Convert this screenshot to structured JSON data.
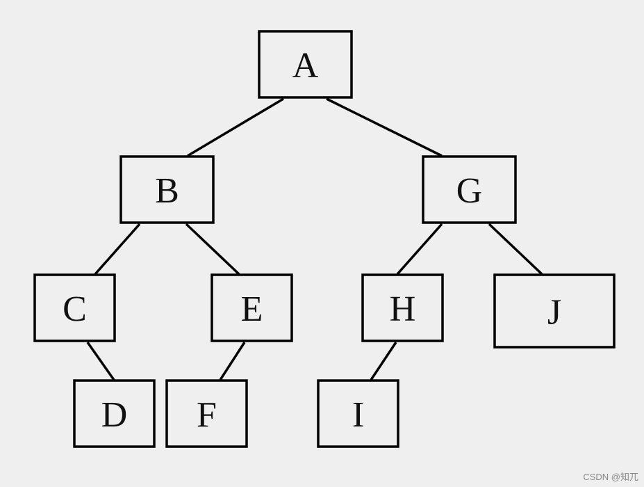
{
  "tree": {
    "nodes": [
      {
        "id": "A",
        "label": "A"
      },
      {
        "id": "B",
        "label": "B"
      },
      {
        "id": "G",
        "label": "G"
      },
      {
        "id": "C",
        "label": "C"
      },
      {
        "id": "E",
        "label": "E"
      },
      {
        "id": "H",
        "label": "H"
      },
      {
        "id": "J",
        "label": "J"
      },
      {
        "id": "D",
        "label": "D"
      },
      {
        "id": "F",
        "label": "F"
      },
      {
        "id": "I",
        "label": "I"
      }
    ],
    "edges": [
      {
        "from": "A",
        "to": "B"
      },
      {
        "from": "A",
        "to": "G"
      },
      {
        "from": "B",
        "to": "C"
      },
      {
        "from": "B",
        "to": "E"
      },
      {
        "from": "G",
        "to": "H"
      },
      {
        "from": "G",
        "to": "J"
      },
      {
        "from": "C",
        "to": "D"
      },
      {
        "from": "E",
        "to": "F"
      },
      {
        "from": "H",
        "to": "I"
      }
    ]
  },
  "watermark": "CSDN @知兀"
}
